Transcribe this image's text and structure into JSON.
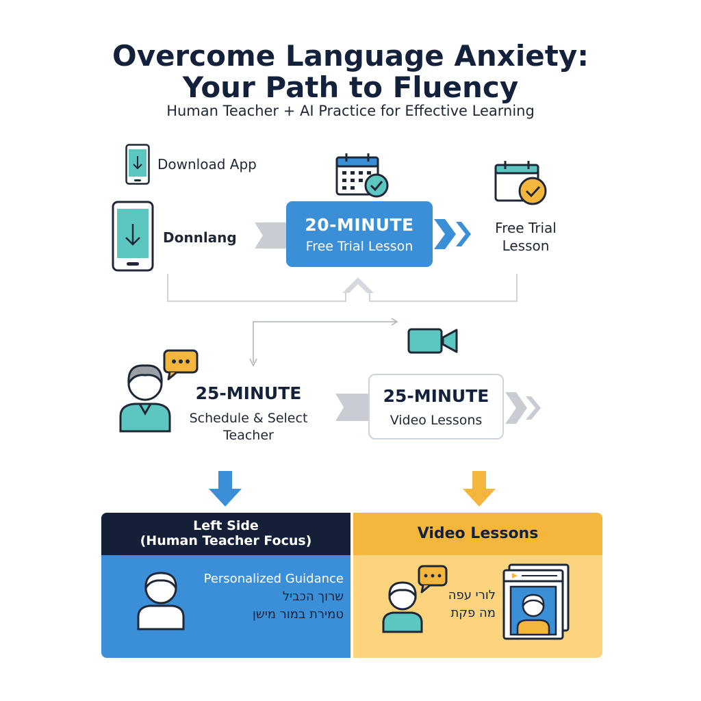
{
  "header": {
    "title_line1": "Overcome Language Anxiety:",
    "title_line2": "Your Path to Fluency",
    "subtitle": "Human Teacher + AI Practice for Effective Learning"
  },
  "step_download": {
    "label_small": "Download App",
    "label_large": "Donnlang"
  },
  "step_trial": {
    "title": "20-MINUTE",
    "subtitle": "Free Trial Lesson",
    "side_label_line1": "Free Trial",
    "side_label_line2": "Lesson"
  },
  "step_schedule": {
    "title": "25-MINUTE",
    "line1": "Schedule & Select",
    "line2": "Teacher"
  },
  "step_video": {
    "title": "25-MINUTE",
    "subtitle": "Video Lessons"
  },
  "panel_left": {
    "head_line1": "Left Side",
    "head_line2": "(Human Teacher Focus)",
    "line1": "Personalized Guidance",
    "line2": "שרוך הכביל",
    "line3": "טמירת במור מישן"
  },
  "panel_right": {
    "head": "Video Lessons",
    "line1": "לורי עפה",
    "line2": "מה פקת"
  },
  "colors": {
    "blue": "#3a8fd6",
    "navy": "#152038",
    "teal": "#5cc6c0",
    "orange": "#f4b63c",
    "light_orange": "#fbd47d",
    "gray_arrow": "#c9cdd3"
  }
}
